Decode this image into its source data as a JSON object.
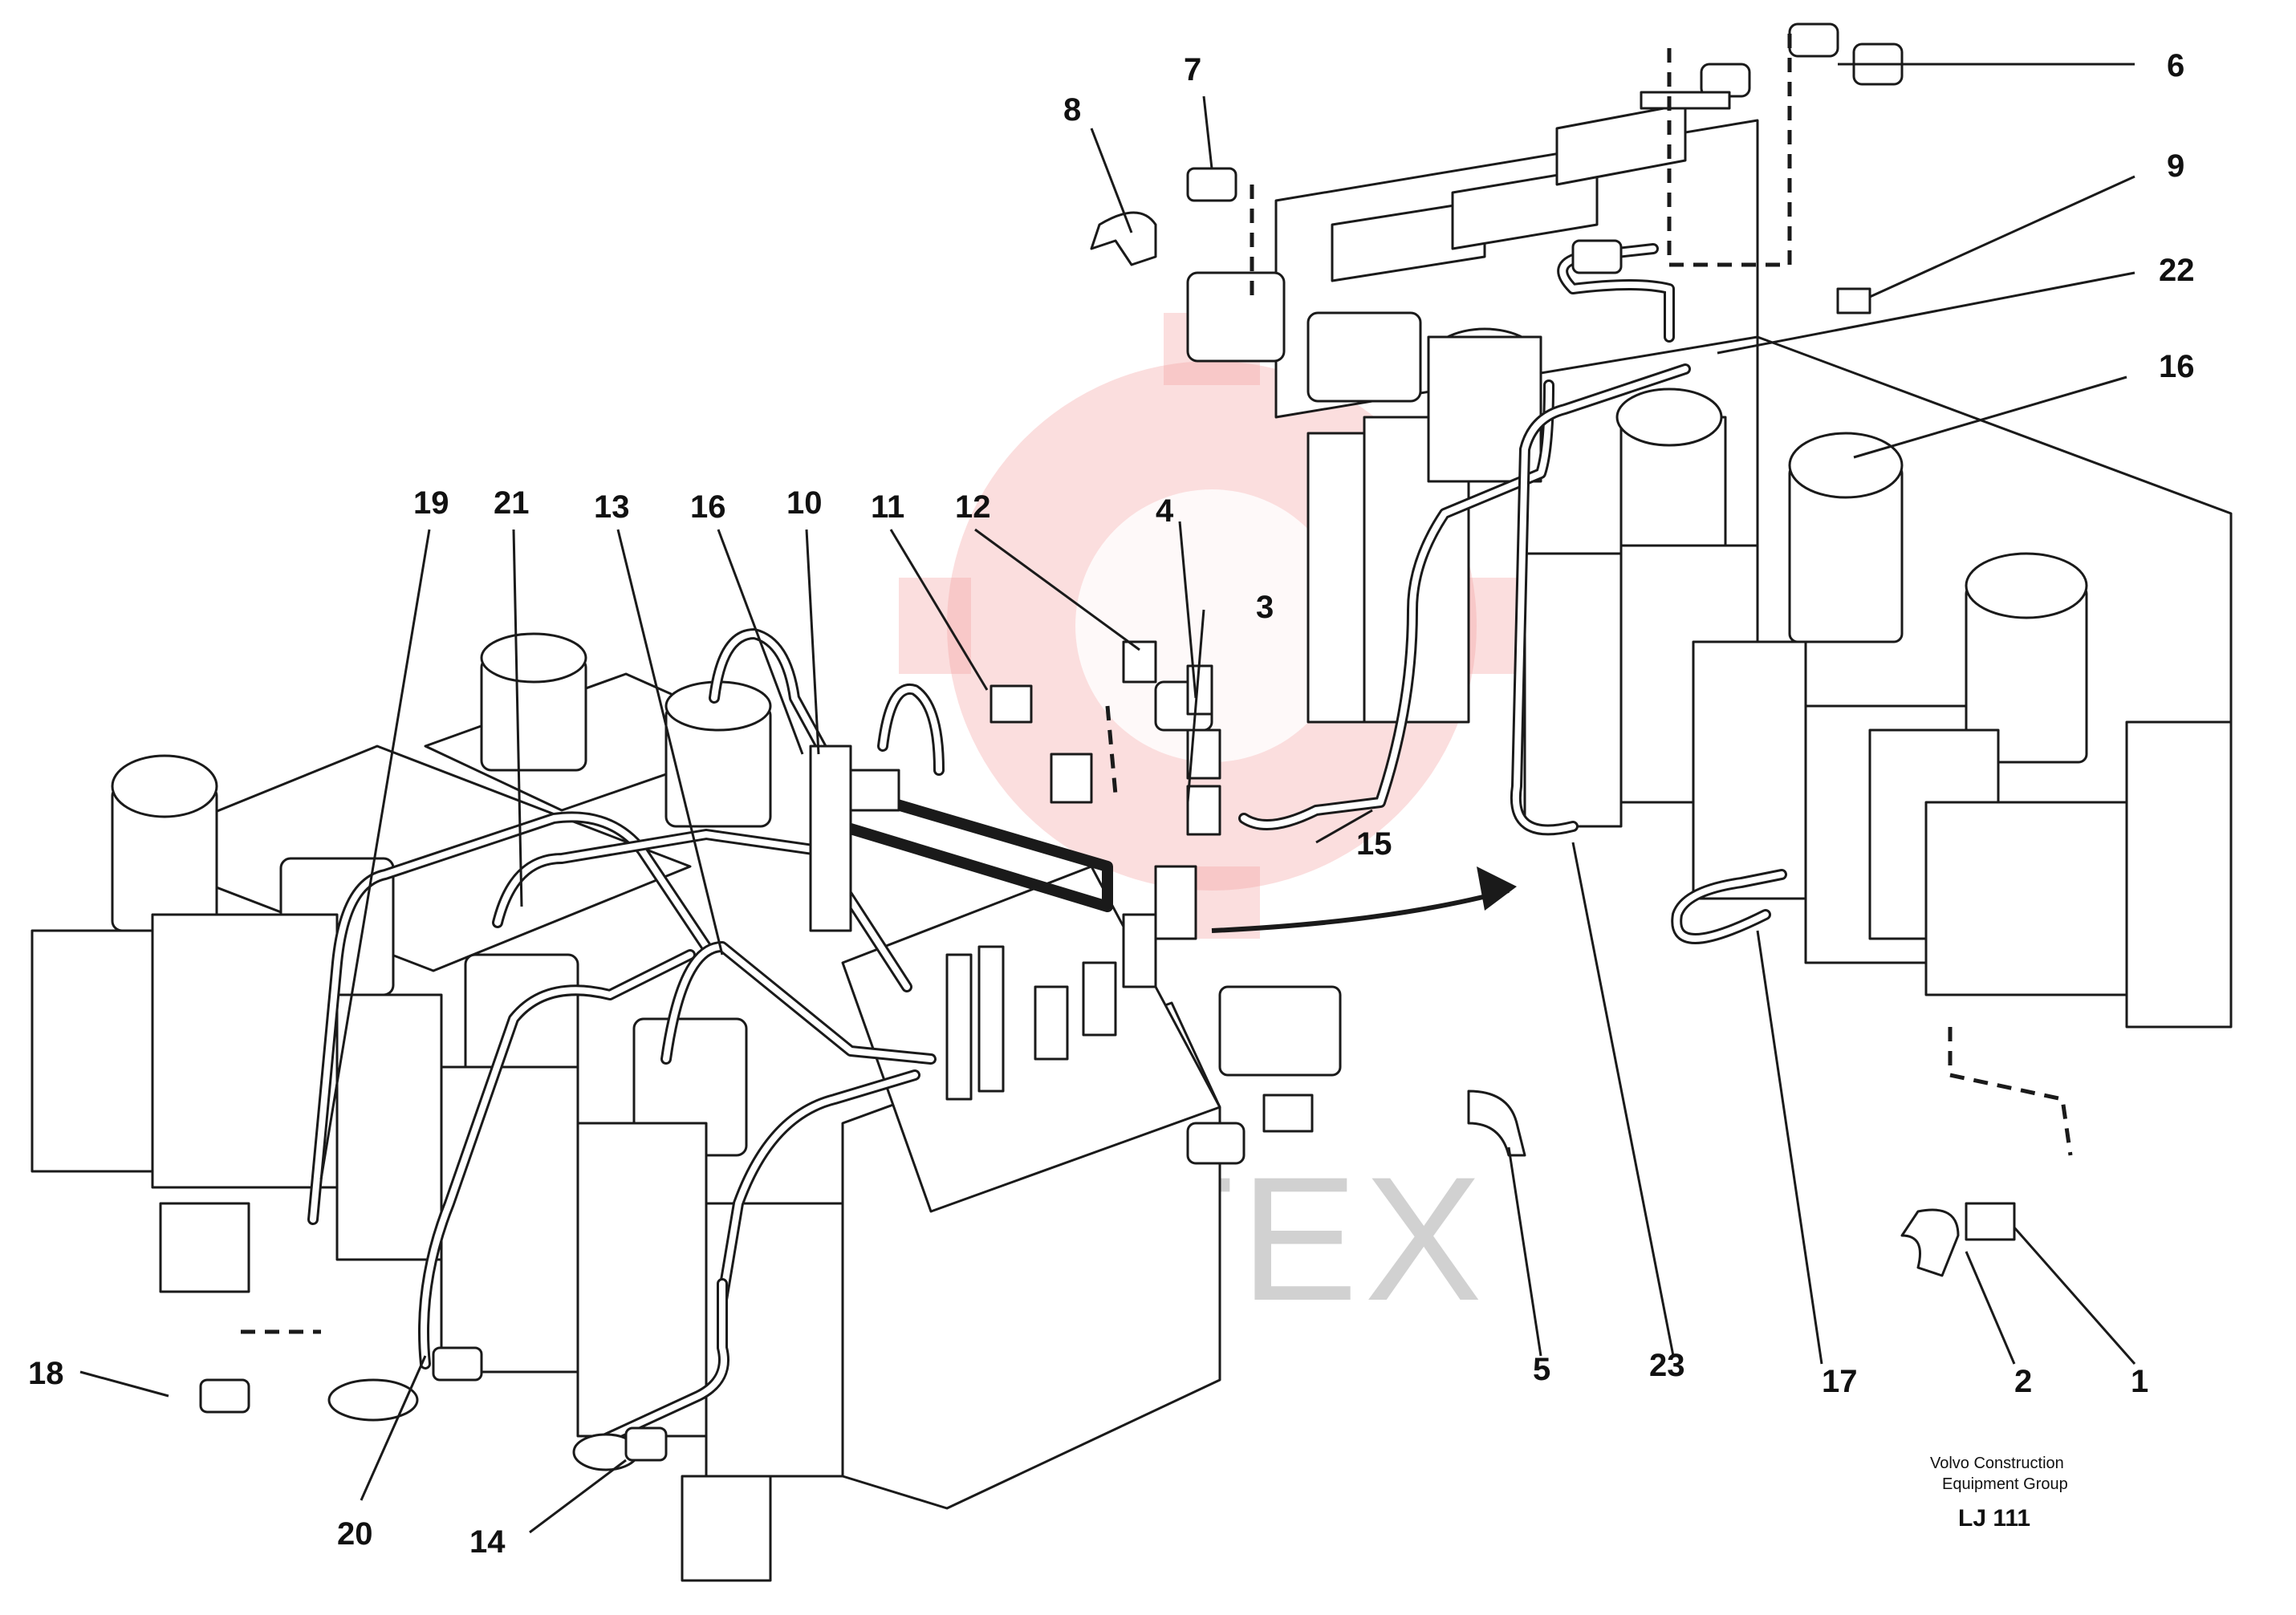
{
  "callouts": [
    {
      "label": "1"
    },
    {
      "label": "2"
    },
    {
      "label": "3"
    },
    {
      "label": "4"
    },
    {
      "label": "5"
    },
    {
      "label": "6"
    },
    {
      "label": "7"
    },
    {
      "label": "8"
    },
    {
      "label": "9"
    },
    {
      "label": "10"
    },
    {
      "label": "11"
    },
    {
      "label": "12"
    },
    {
      "label": "13"
    },
    {
      "label": "14"
    },
    {
      "label": "15"
    },
    {
      "label": "16"
    },
    {
      "label": "16"
    },
    {
      "label": "17"
    },
    {
      "label": "18"
    },
    {
      "label": "19"
    },
    {
      "label": "20"
    },
    {
      "label": "21"
    },
    {
      "label": "22"
    },
    {
      "label": "23"
    }
  ],
  "caption": {
    "line1": "Volvo Construction",
    "line2": "Equipment Group",
    "code": "LJ 111"
  },
  "watermark": {
    "text": "ИНТЕХ",
    "color": "#f4a0a0"
  }
}
